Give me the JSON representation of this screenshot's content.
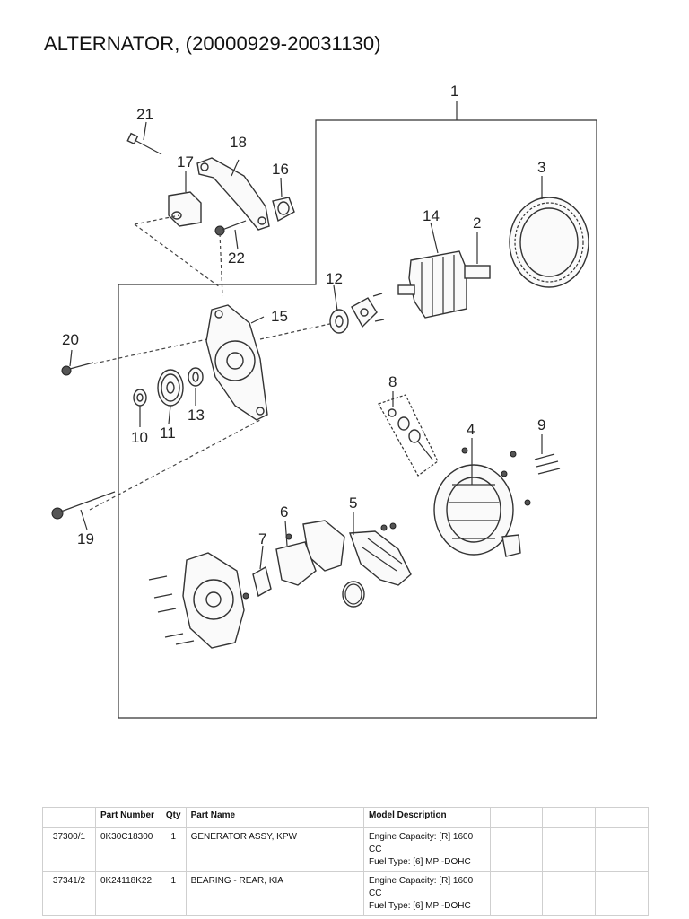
{
  "title": "ALTERNATOR, (20000929-20031130)",
  "callouts": [
    "1",
    "2",
    "3",
    "4",
    "5",
    "6",
    "7",
    "8",
    "9",
    "10",
    "11",
    "12",
    "13",
    "14",
    "15",
    "16",
    "17",
    "18",
    "19",
    "20",
    "21",
    "22"
  ],
  "table": {
    "headers": [
      "",
      "Part Number",
      "Qty",
      "Part Name",
      "Model Description",
      "",
      "",
      ""
    ],
    "rows": [
      {
        "ref": "37300/1",
        "part_number": "0K30C18300",
        "qty": "1",
        "part_name": "GENERATOR ASSY, KPW",
        "desc_line1": "Engine Capacity: [R] 1600 CC",
        "desc_line2": "Fuel Type: [6] MPI-DOHC"
      },
      {
        "ref": "37341/2",
        "part_number": "0K24118K22",
        "qty": "1",
        "part_name": "BEARING - REAR, KIA",
        "desc_line1": "Engine Capacity: [R] 1600 CC",
        "desc_line2": "Fuel Type: [6] MPI-DOHC"
      }
    ]
  }
}
